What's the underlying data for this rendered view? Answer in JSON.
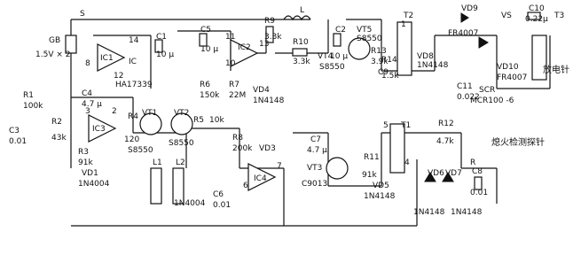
{
  "labels": {
    "switch": "S",
    "battery": "GB",
    "battery_spec": "1.5V × 2",
    "ic1": "IC1",
    "ic1_part": "HA17339",
    "ic_group": "IC",
    "c1": "C1",
    "c1_val": "10 μ",
    "c5": "C5",
    "c5_val": "10 μ",
    "ic2": "IC2",
    "r9": "R9",
    "r9_val": "3.3k",
    "r6": "R6",
    "r6_val": "150k",
    "r7": "R7",
    "r7_val": "22M",
    "vd4": "VD4",
    "vd4_part": "1N4148",
    "inductor": "L",
    "r10": "R10",
    "r10_val": "3.3k",
    "c2": "C2",
    "vt4": "VT4",
    "vt4_val": "10 μ",
    "vt5": "VT5",
    "vt5_part": "S8550",
    "s8550_a": "S8550",
    "r13": "R13",
    "r13_val": "3.9k",
    "c9": "C9",
    "r14": "R14",
    "r14_val": "1.5k",
    "vd8": "VD8",
    "vd8_part": "1N4148",
    "t2": "T2",
    "vd9": "VD9",
    "vd9_part": "FR4007",
    "vs": "VS",
    "c10": "C10",
    "c10_val": "0.22μ",
    "t3": "T3",
    "vd10": "VD10",
    "vd10_part": "FR4007",
    "c11": "C11",
    "c11_val": "0.022",
    "scr": "SCR",
    "scr_part": "MCR100 -6",
    "discharge_needle": "放电针",
    "r1": "R1",
    "r1_val": "100k",
    "c4": "C4",
    "c4_val": "4.7 μ",
    "r2": "R2",
    "r2_val": "43k",
    "c3": "C3",
    "c3_val": "0.01",
    "ic3": "IC3",
    "r3": "R3",
    "r3_val": "91k",
    "r4": "R4",
    "r4_val": "120",
    "vt1": "VT1",
    "vt1_part": "S8550",
    "vd1": "VD1",
    "vd1_part": "1N4004",
    "vt2": "VT2",
    "vt2_part": "S8550",
    "r5": "R5",
    "r5_val": "10k",
    "r8": "R8",
    "r8_val": "200k",
    "vd3": "VD3",
    "ic4": "IC4",
    "c6": "C6",
    "c6_val": "0.01",
    "c7": "C7",
    "c7_val": "4.7 μ",
    "l1": "L1",
    "l2": "L2",
    "vd2_part": "1N4004",
    "vt3": "VT3",
    "vt3_part": "C9013",
    "r11": "R11",
    "r11_val": "91k",
    "vd5": "VD5",
    "vd5_part": "1N4148",
    "t1": "T1",
    "r12": "R12",
    "r12_val": "4.7k",
    "flame_probe": "熄火检测探针",
    "vd6": "VD6",
    "vd7": "VD7",
    "vd67_part_a": "1N4148",
    "vd67_part_b": "1N4148",
    "c8": "C8",
    "c8_val": "0.01",
    "r_t1": "R",
    "pin_14": "14",
    "pin_8": "8",
    "pin_12": "12",
    "pin_3": "3",
    "pin_2": "2",
    "pin_1": "1",
    "pin_11": "11",
    "pin_10": "10",
    "pin_13": "13",
    "pin_6": "6",
    "pin_7": "7",
    "pin_4": "4",
    "pin_5": "5"
  }
}
